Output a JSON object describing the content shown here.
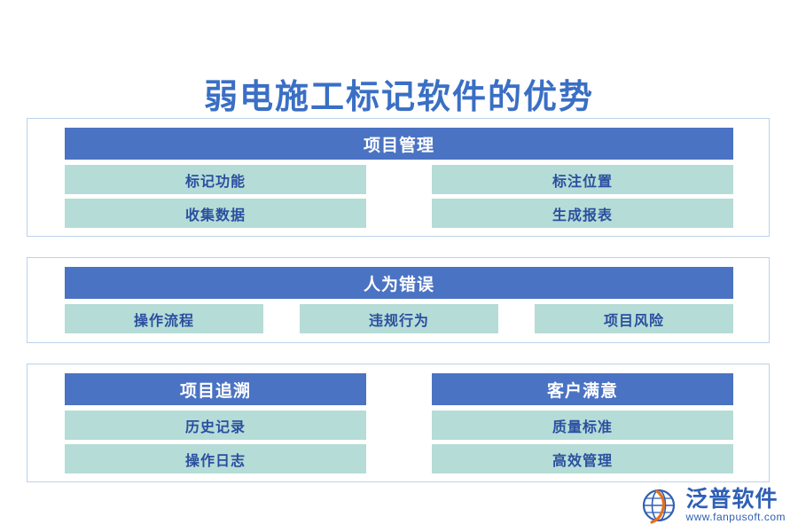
{
  "title": "弱电施工标记软件的优势",
  "accent_blue": "#4a73c3",
  "accent_teal": "#b5dcd6",
  "title_color": "#3a6fc4",
  "groups": [
    {
      "layout": "full-header-2x2",
      "headers": [
        "项目管理"
      ],
      "cells": [
        "标记功能",
        "标注位置",
        "收集数据",
        "生成报表"
      ]
    },
    {
      "layout": "full-header-3",
      "headers": [
        "人为错误"
      ],
      "cells": [
        "操作流程",
        "违规行为",
        "项目风险"
      ]
    },
    {
      "layout": "two-headers-2x2",
      "headers": [
        "项目追溯",
        "客户满意"
      ],
      "cells": [
        "历史记录",
        "质量标准",
        "操作日志",
        "高效管理"
      ]
    }
  ],
  "watermark": {
    "name_cn": "泛普软件",
    "name_en": "www.fanpusoft.com",
    "logo_icon": "globe-icon"
  }
}
